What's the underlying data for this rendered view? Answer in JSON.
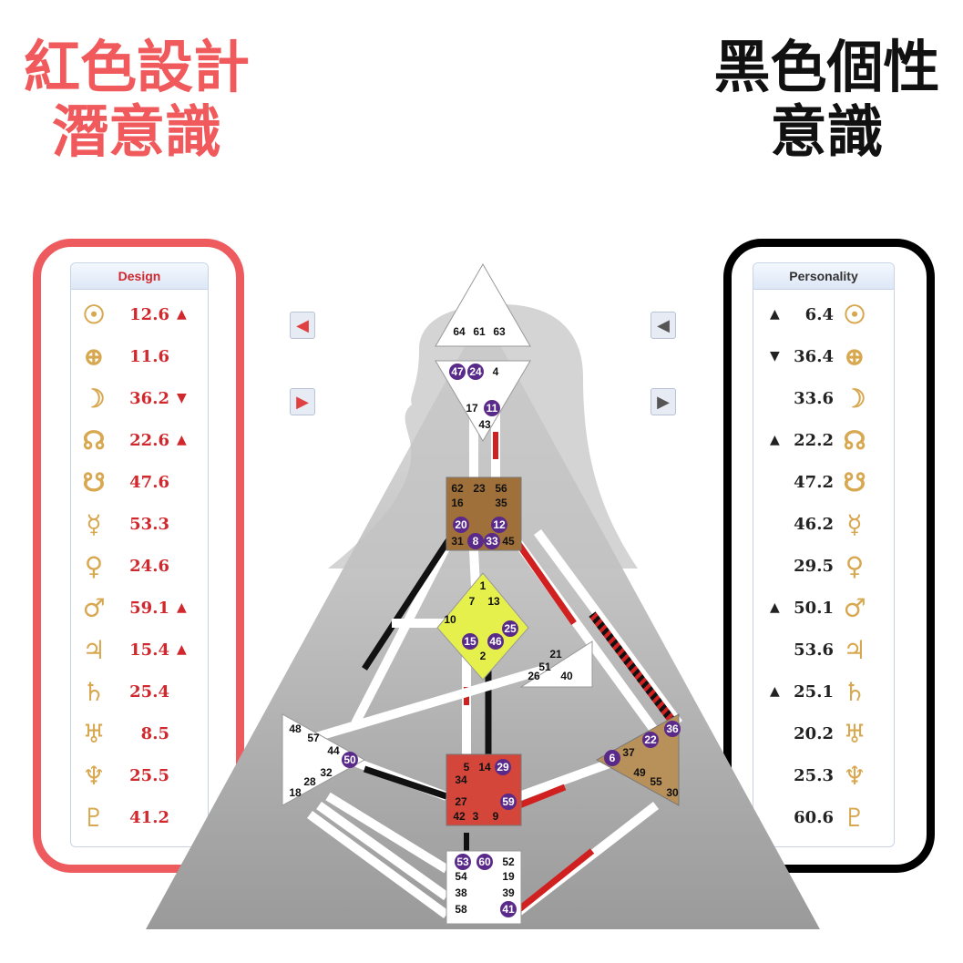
{
  "headings": {
    "design_line1": "紅色設計",
    "design_line2": "潛意識",
    "personality_line1": "黑色個性",
    "personality_line2": "意識"
  },
  "design": {
    "title": "Design",
    "rows": [
      {
        "symbol": "sun-icon",
        "glyph": "☉",
        "value": "12.6",
        "arrow": "▲"
      },
      {
        "symbol": "earth-icon",
        "glyph": "⊕",
        "value": "11.6",
        "arrow": ""
      },
      {
        "symbol": "moon-icon",
        "glyph": "☽",
        "value": "36.2",
        "arrow": "▼"
      },
      {
        "symbol": "north-node-icon",
        "glyph": "☊",
        "value": "22.6",
        "arrow": "▲"
      },
      {
        "symbol": "south-node-icon",
        "glyph": "☋",
        "value": "47.6",
        "arrow": ""
      },
      {
        "symbol": "mercury-icon",
        "glyph": "☿",
        "value": "53.3",
        "arrow": ""
      },
      {
        "symbol": "venus-icon",
        "glyph": "♀",
        "value": "24.6",
        "arrow": ""
      },
      {
        "symbol": "mars-icon",
        "glyph": "♂",
        "value": "59.1",
        "arrow": "▲"
      },
      {
        "symbol": "jupiter-icon",
        "glyph": "♃",
        "value": "15.4",
        "arrow": "▲"
      },
      {
        "symbol": "saturn-icon",
        "glyph": "♄",
        "value": "25.4",
        "arrow": ""
      },
      {
        "symbol": "uranus-icon",
        "glyph": "♅",
        "value": "8.5",
        "arrow": ""
      },
      {
        "symbol": "neptune-icon",
        "glyph": "♆",
        "value": "25.5",
        "arrow": ""
      },
      {
        "symbol": "pluto-icon",
        "glyph": "♇",
        "value": "41.2",
        "arrow": ""
      }
    ]
  },
  "personality": {
    "title": "Personality",
    "rows": [
      {
        "symbol": "sun-icon",
        "glyph": "☉",
        "value": "6.4",
        "arrow": "▲"
      },
      {
        "symbol": "earth-icon",
        "glyph": "⊕",
        "value": "36.4",
        "arrow": "▼"
      },
      {
        "symbol": "moon-icon",
        "glyph": "☽",
        "value": "33.6",
        "arrow": ""
      },
      {
        "symbol": "north-node-icon",
        "glyph": "☊",
        "value": "22.2",
        "arrow": "▲"
      },
      {
        "symbol": "south-node-icon",
        "glyph": "☋",
        "value": "47.2",
        "arrow": ""
      },
      {
        "symbol": "mercury-icon",
        "glyph": "☿",
        "value": "46.2",
        "arrow": ""
      },
      {
        "symbol": "venus-icon",
        "glyph": "♀",
        "value": "29.5",
        "arrow": ""
      },
      {
        "symbol": "mars-icon",
        "glyph": "♂",
        "value": "50.1",
        "arrow": "▲"
      },
      {
        "symbol": "jupiter-icon",
        "glyph": "♃",
        "value": "53.6",
        "arrow": ""
      },
      {
        "symbol": "saturn-icon",
        "glyph": "♄",
        "value": "25.1",
        "arrow": "▲"
      },
      {
        "symbol": "uranus-icon",
        "glyph": "♅",
        "value": "20.2",
        "arrow": ""
      },
      {
        "symbol": "neptune-icon",
        "glyph": "♆",
        "value": "25.3",
        "arrow": ""
      },
      {
        "symbol": "pluto-icon",
        "glyph": "♇",
        "value": "60.6",
        "arrow": ""
      }
    ]
  },
  "nav": {
    "design_prev": "◀",
    "design_next": "▶",
    "personality_prev": "◀",
    "personality_next": "▶"
  },
  "colors": {
    "design_red": "#d0282d",
    "design_frame": "#ee5b5f",
    "personality_frame": "#000000",
    "planet_gold": "#d8a850",
    "active_gate": "#5a2a8a"
  },
  "bodygraph": {
    "head": {
      "gates": [
        "64",
        "61",
        "63"
      ]
    },
    "ajna": {
      "gates": [
        "47",
        "24",
        "4",
        "17",
        "11",
        "43"
      ],
      "active": [
        "47",
        "24",
        "11"
      ]
    },
    "throat": {
      "gates": [
        "62",
        "23",
        "56",
        "16",
        "35",
        "20",
        "12",
        "31",
        "8",
        "33",
        "45"
      ],
      "active": [
        "20",
        "12",
        "8",
        "33"
      ]
    },
    "g_center": {
      "gates": [
        "1",
        "7",
        "13",
        "10",
        "15",
        "46",
        "25",
        "2"
      ],
      "active": [
        "15",
        "46",
        "25"
      ]
    },
    "ego": {
      "gates": [
        "21",
        "51",
        "26",
        "40"
      ]
    },
    "spleen": {
      "gates": [
        "48",
        "57",
        "44",
        "50",
        "32",
        "28",
        "18"
      ],
      "active": [
        "50"
      ]
    },
    "sacral": {
      "gates": [
        "5",
        "14",
        "29",
        "34",
        "27",
        "59",
        "42",
        "3",
        "9"
      ],
      "active": [
        "29",
        "59"
      ]
    },
    "solar_plexus": {
      "gates": [
        "36",
        "22",
        "6",
        "37",
        "49",
        "55",
        "30"
      ],
      "active": [
        "36",
        "22",
        "6"
      ]
    },
    "root": {
      "gates": [
        "53",
        "60",
        "52",
        "54",
        "19",
        "38",
        "39",
        "58",
        "41"
      ],
      "active": [
        "53",
        "60",
        "41"
      ]
    }
  }
}
